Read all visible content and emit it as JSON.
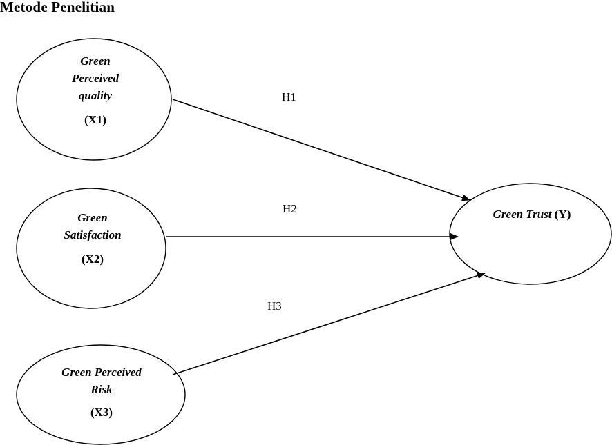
{
  "heading": "Metode Penelitian",
  "nodes": {
    "x1": {
      "line1": "Green",
      "line2": "Perceived",
      "line3": "quality",
      "code": "(X1)"
    },
    "x2": {
      "line1": "Green",
      "line2": "Satisfaction",
      "code": "(X2)"
    },
    "x3": {
      "line1": "Green Perceived",
      "line2": "Risk",
      "code": "(X3)"
    },
    "y": {
      "name": "Green Trust",
      "code": "(Y)"
    }
  },
  "edges": {
    "h1": "H1",
    "h2": "H2",
    "h3": "H3"
  }
}
